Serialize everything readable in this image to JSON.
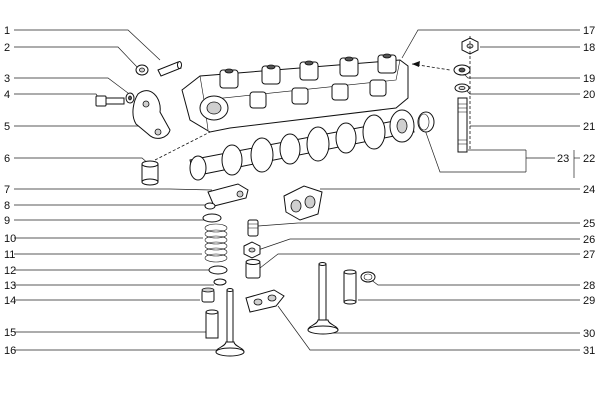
{
  "callouts": {
    "n1": "1",
    "n2": "2",
    "n3": "3",
    "n4": "4",
    "n5": "5",
    "n6": "6",
    "n7": "7",
    "n8": "8",
    "n9": "9",
    "n10": "10",
    "n11": "11",
    "n12": "12",
    "n13": "13",
    "n14": "14",
    "n15": "15",
    "n16": "16",
    "n17": "17",
    "n18": "18",
    "n19": "19",
    "n20": "20",
    "n21": "21",
    "n22": "22",
    "n23": "23",
    "n24": "24",
    "n25": "25",
    "n26": "26",
    "n27": "27",
    "n28": "28",
    "n29": "29",
    "n30": "30",
    "n31": "31"
  }
}
